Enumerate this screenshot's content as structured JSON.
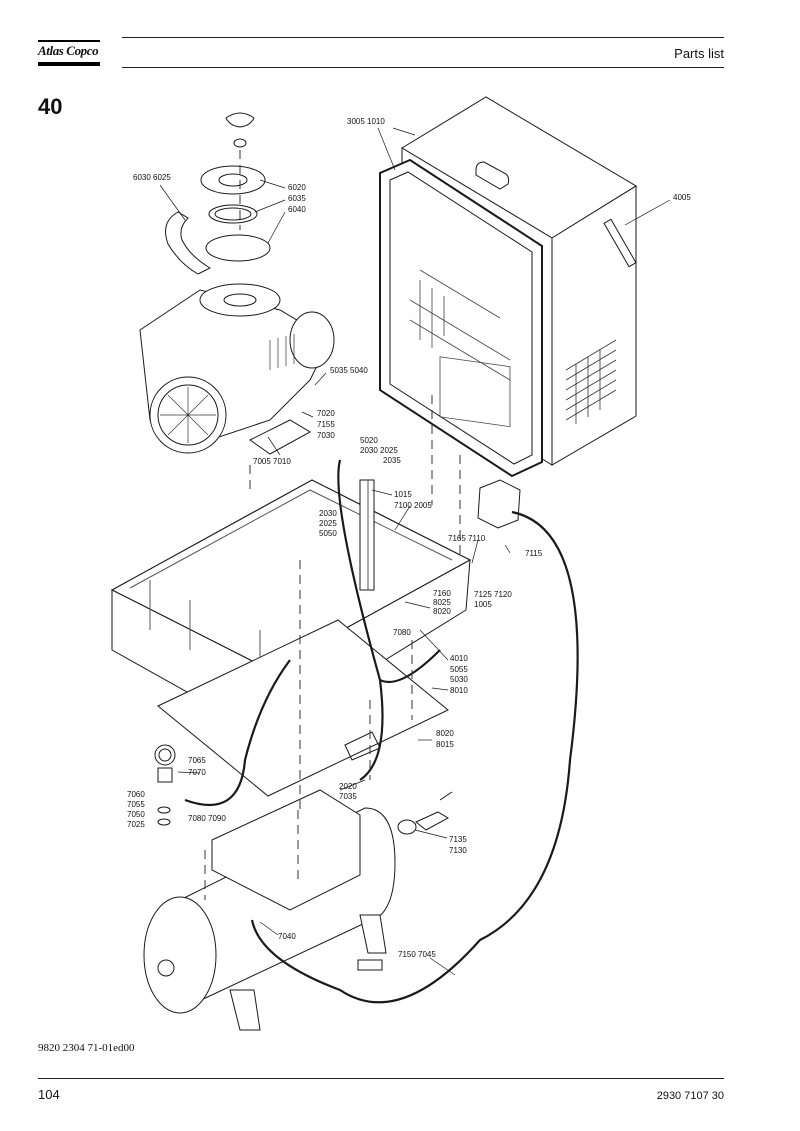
{
  "header": {
    "brand": "Atlas Copco",
    "title": "Parts list"
  },
  "section": {
    "number": "40"
  },
  "figure": {
    "callouts": {
      "c3005_1010": "3005  1010",
      "c4005": "4005",
      "c6030_6025": "6030 6025",
      "c6020": "6020",
      "c6035": "6035",
      "c6040": "6040",
      "c5035_5040": "5035  5040",
      "c7020": "7020",
      "c7155": "7155",
      "c7030": "7030",
      "c7005_7010": "7005 7010",
      "c5020": "5020",
      "c2030_2025": "2030  2025",
      "c2035": "2035",
      "c1015": "1015",
      "c7100_2005": "7100   2005",
      "c2030b": "2030",
      "c2025b": "2025",
      "c5050": "5050",
      "c7165_7110": "7165 7110",
      "c7115": "7115",
      "c7125_7120": "7125  7120",
      "c7160": "7160",
      "c8025": "8025",
      "c8020a": "8020",
      "c1005": "1005",
      "c7080a": "7080",
      "c4010": "4010",
      "c5055": "5055",
      "c5030": "5030",
      "c8010": "8010",
      "c8020b": "8020",
      "c8015": "8015",
      "c7065": "7065",
      "c7070": "7070",
      "c7060": "7060",
      "c7055": "7055",
      "c7050": "7050",
      "c7025": "7025",
      "c7080_7090": "7080  7090",
      "c2020": "2020",
      "c7035": "7035",
      "c7135": "7135",
      "c7130": "7130",
      "c7040": "7040",
      "c7150_7045": "7150 7045"
    }
  },
  "footer": {
    "doc_ref": "9820 2304 71-01ed00",
    "page_number": "104",
    "document_number": "2930 7107 30"
  }
}
